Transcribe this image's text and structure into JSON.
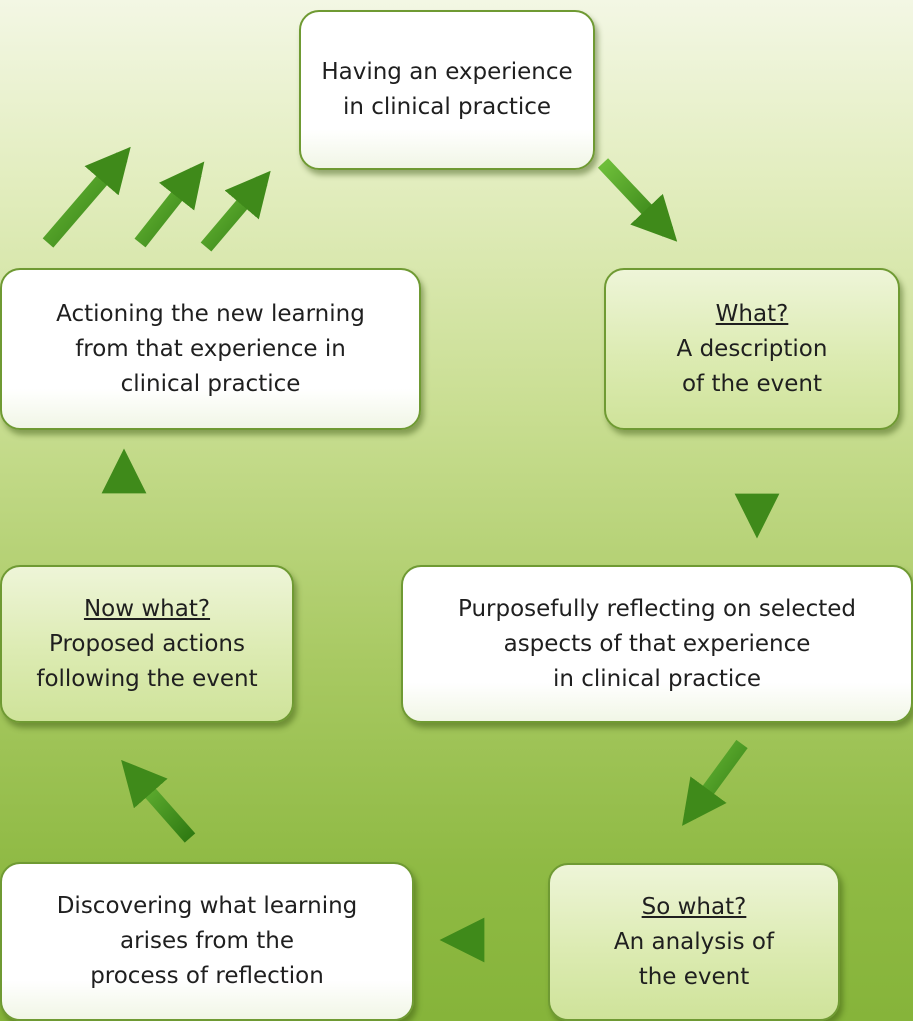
{
  "nodes": {
    "experience": {
      "lines": [
        "Having an experience",
        "in clinical practice"
      ]
    },
    "what": {
      "heading": "What?",
      "lines": [
        "A description",
        "of the event"
      ]
    },
    "reflecting": {
      "lines": [
        "Purposefully reflecting on selected",
        "aspects of that experience",
        "in clinical practice"
      ]
    },
    "so_what": {
      "heading": "So what?",
      "lines": [
        "An analysis of",
        "the event"
      ]
    },
    "discovering": {
      "lines": [
        "Discovering what learning",
        "arises from the",
        "process of reflection"
      ]
    },
    "now_what": {
      "heading": "Now what?",
      "lines": [
        "Proposed actions",
        "following the event"
      ]
    },
    "actioning": {
      "lines": [
        "Actioning the new learning",
        "from that experience in",
        "clinical practice"
      ]
    }
  },
  "colors": {
    "arrow": "#3f8a1a",
    "arrow_light": "#6bb83c",
    "box_border": "#6f9a33",
    "text": "#1f1f1f"
  }
}
